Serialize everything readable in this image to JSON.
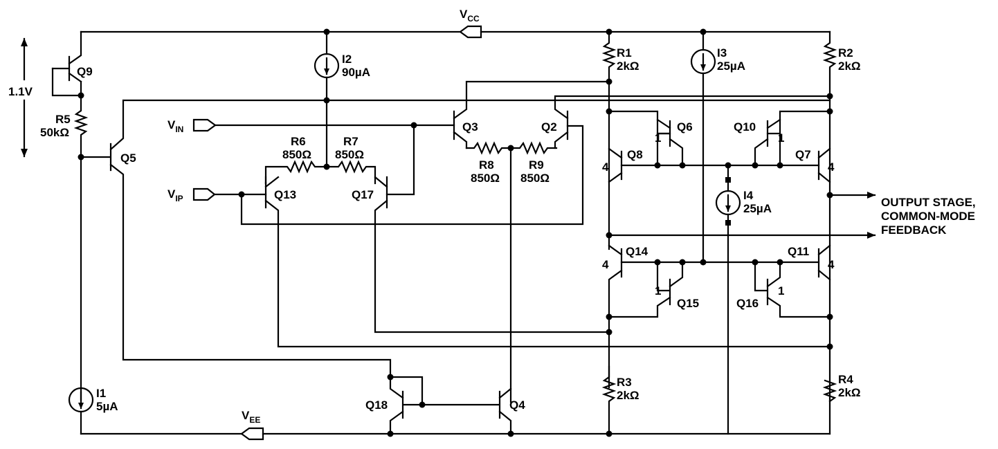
{
  "rails": {
    "vcc": {
      "main": "V",
      "sub": "CC"
    },
    "vee": {
      "main": "V",
      "sub": "EE"
    }
  },
  "inputs": {
    "vin": {
      "main": "V",
      "sub": "IN"
    },
    "vip": {
      "main": "V",
      "sub": "IP"
    }
  },
  "voltage_span": "1.1V",
  "resistors": {
    "r1": {
      "name": "R1",
      "value": "2kΩ"
    },
    "r2": {
      "name": "R2",
      "value": "2kΩ"
    },
    "r3": {
      "name": "R3",
      "value": "2kΩ"
    },
    "r4": {
      "name": "R4",
      "value": "2kΩ"
    },
    "r5": {
      "name": "R5",
      "value": "50kΩ"
    },
    "r6": {
      "name": "R6",
      "value": "850Ω"
    },
    "r7": {
      "name": "R7",
      "value": "850Ω"
    },
    "r8": {
      "name": "R8",
      "value": "850Ω"
    },
    "r9": {
      "name": "R9",
      "value": "850Ω"
    }
  },
  "sources": {
    "i1": {
      "name": "I1",
      "value": "5µA"
    },
    "i2": {
      "name": "I2",
      "value": "90µA"
    },
    "i3": {
      "name": "I3",
      "value": "25µA"
    },
    "i4": {
      "name": "I4",
      "value": "25µA"
    }
  },
  "transistors": {
    "q2": "Q2",
    "q3": "Q3",
    "q4": "Q4",
    "q5": "Q5",
    "q6": "Q6",
    "q7": "Q7",
    "q8": "Q8",
    "q9": "Q9",
    "q10": "Q10",
    "q11": "Q11",
    "q13": "Q13",
    "q14": "Q14",
    "q15": "Q15",
    "q16": "Q16",
    "q17": "Q17",
    "q18": "Q18"
  },
  "area_ratios": {
    "large": "4",
    "unit": "1"
  },
  "output": {
    "line1": "OUTPUT STAGE,",
    "line2": "COMMON-MODE",
    "line3": "FEEDBACK"
  }
}
